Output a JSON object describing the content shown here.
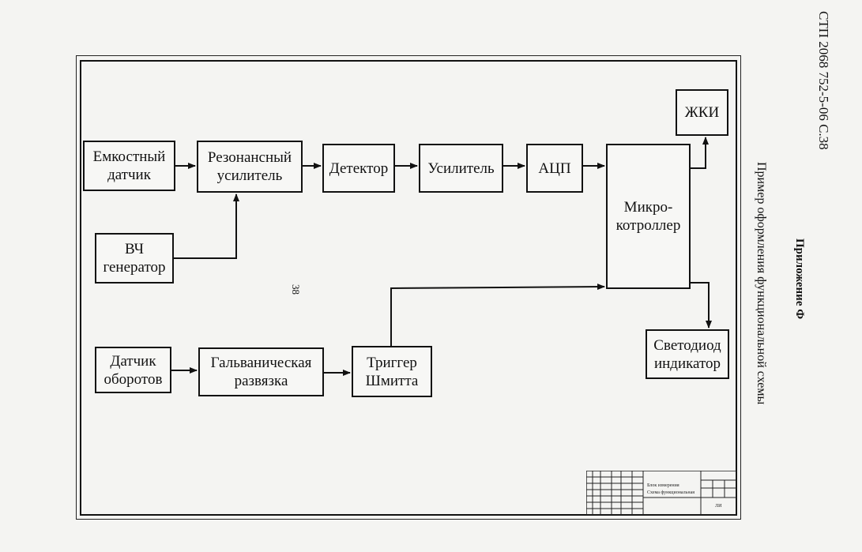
{
  "header": {
    "doc_code": "СТП 2068 752-5-06 С.38",
    "appendix_title": "Приложение Ф",
    "caption": "Пример оформления функциональной схемы",
    "page_number": "38"
  },
  "blocks": {
    "capacitive_sensor": "Емкостный\nдатчик",
    "resonant_amp": "Резонансный\nусилитель",
    "detector": "Детектор",
    "amplifier": "Усилитель",
    "adc": "АЦП",
    "mcu": "Микро-\nкотроллер",
    "lcd": "ЖКИ",
    "hf_generator": "ВЧ\nгенератор",
    "speed_sensor": "Датчик\nоборотов",
    "galvanic_isolation": "Гальваническая\nразвязка",
    "schmitt_trigger": "Триггер\nШмитта",
    "led_indicator": "Светодиод\nиндикатор"
  },
  "title_block": {
    "line1": "Блок измерения",
    "line2": "Схема функциональная",
    "code": "ЛИ"
  }
}
